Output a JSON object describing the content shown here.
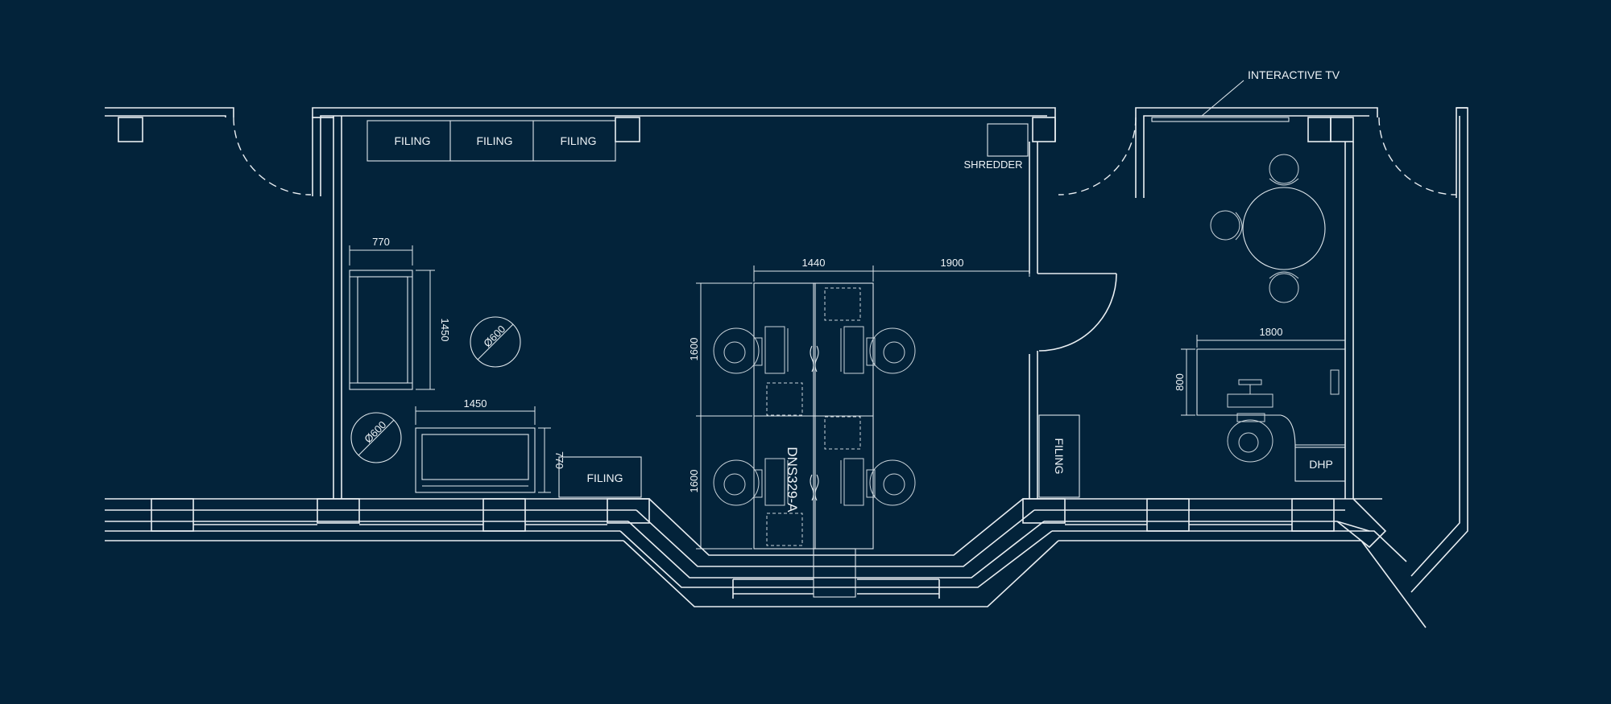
{
  "colors": {
    "background": "#03233a",
    "lines": "#e9eef2"
  },
  "labels": {
    "filing_1": "FILING",
    "filing_2": "FILING",
    "filing_3": "FILING",
    "filing_4": "FILING",
    "filing_5": "FILING",
    "shredder": "SHREDDER",
    "interactive_tv": "INTERACTIVE TV",
    "dhp": "DHP",
    "room_code": "DNS329-A"
  },
  "dimensions": {
    "sofa_width": "770",
    "sofa_length": "1450",
    "round_table_1": "Ø600",
    "round_table_2": "Ø600",
    "couch_width": "1450",
    "couch_depth": "770",
    "desk_cluster_width": "1440",
    "clearance": "1900",
    "desk_depth_top": "1600",
    "desk_depth_bottom": "1600",
    "office_desk_width": "1800",
    "office_desk_depth": "800"
  }
}
